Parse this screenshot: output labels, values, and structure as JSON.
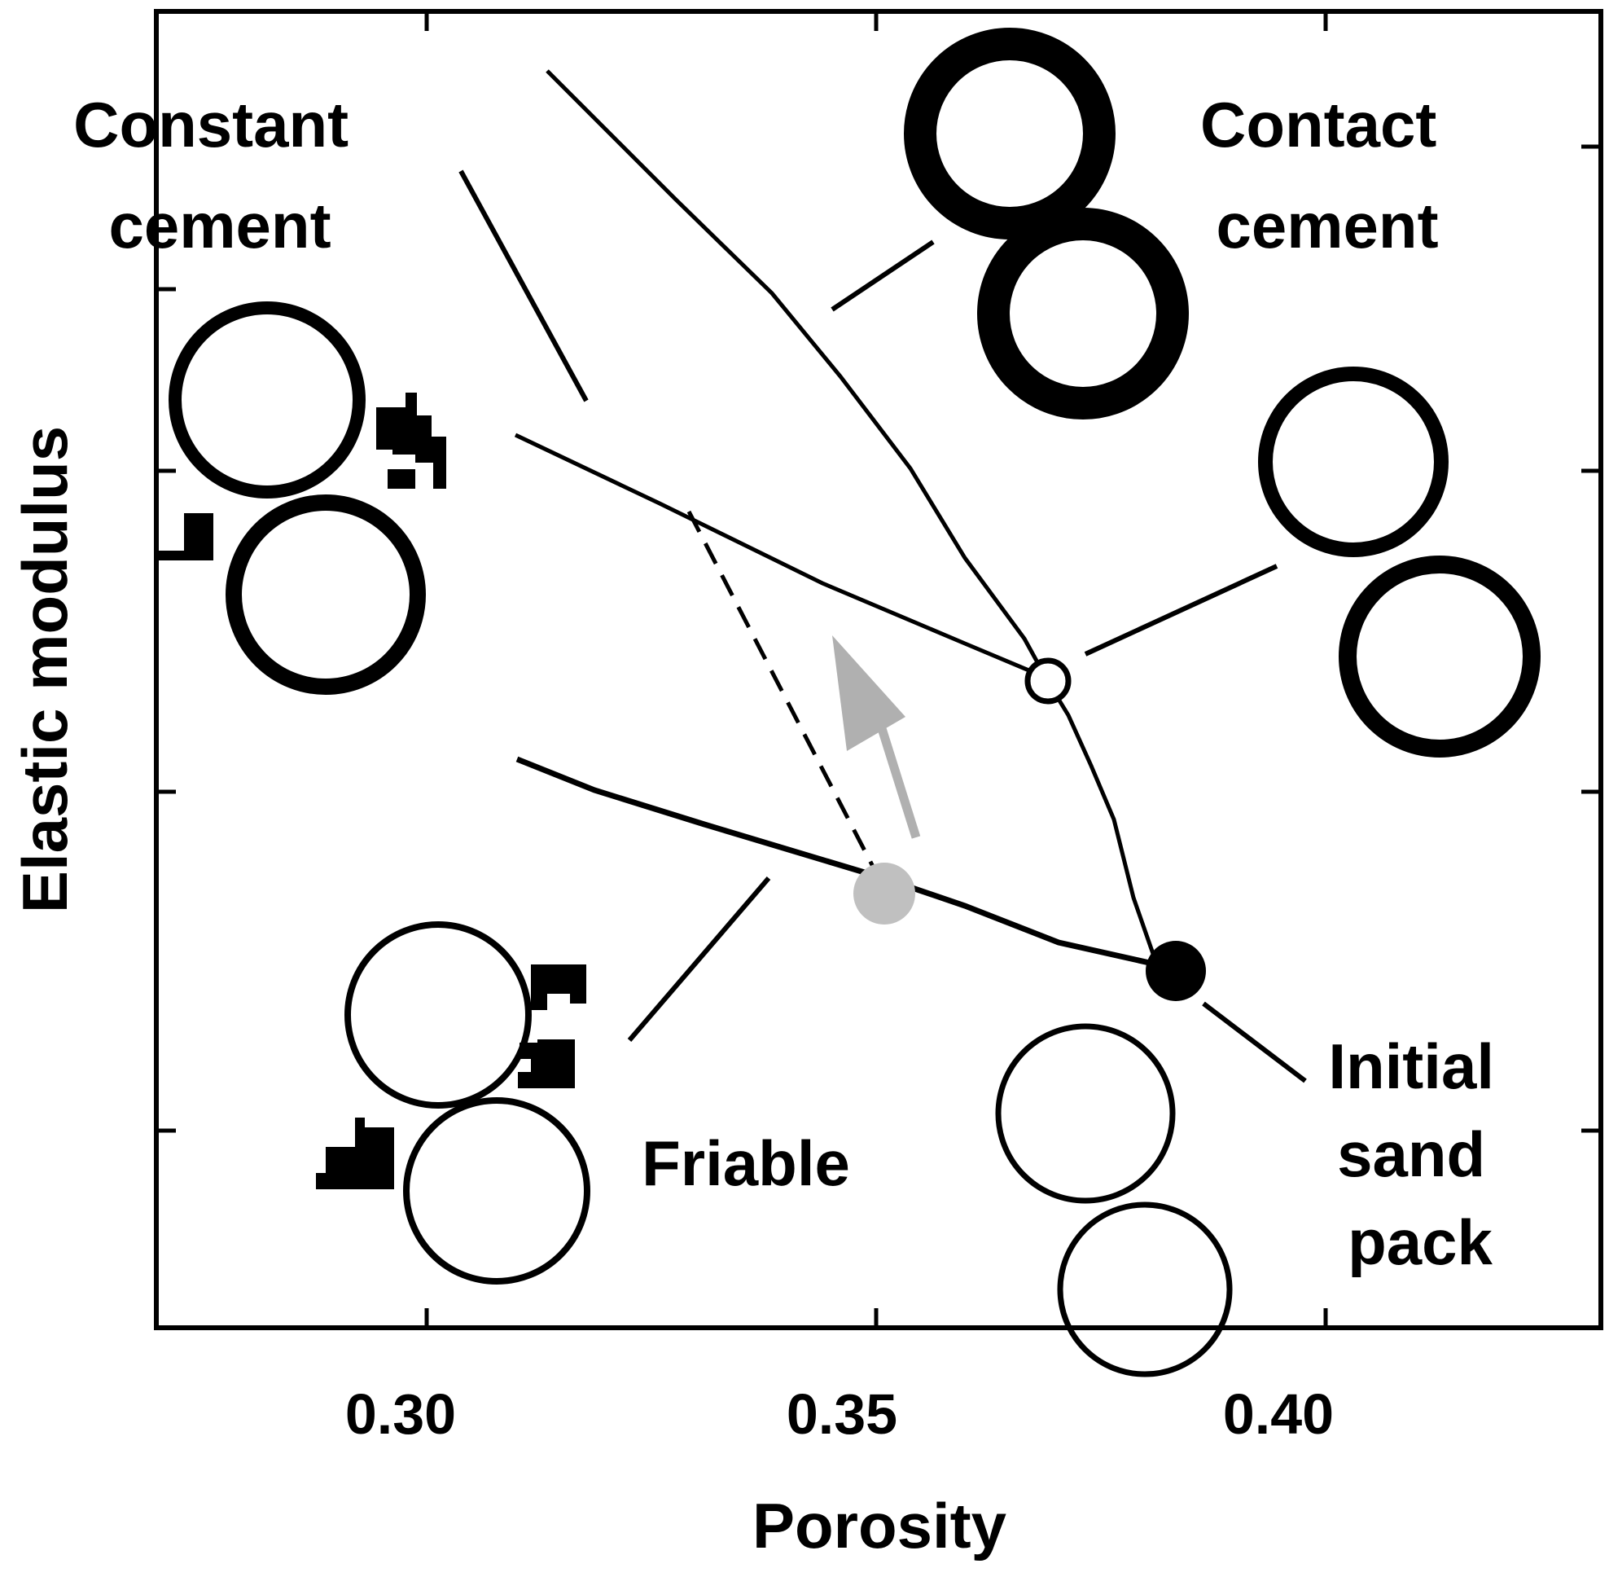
{
  "axes": {
    "xlabel": "Porosity",
    "ylabel": "Elastic modulus",
    "xticks": [
      "0.30",
      "0.35",
      "0.40"
    ]
  },
  "labels": {
    "constant_cement": [
      "Constant",
      "cement"
    ],
    "contact_cement": [
      "Contact",
      "cement"
    ],
    "friable": "Friable",
    "initial_sand_pack": [
      "Initial",
      "sand",
      "pack"
    ]
  },
  "colors": {
    "ink": "#000000",
    "arrow": "#b0b0b0",
    "grey_marker": "#c0c0c0",
    "background": "#ffffff"
  }
}
